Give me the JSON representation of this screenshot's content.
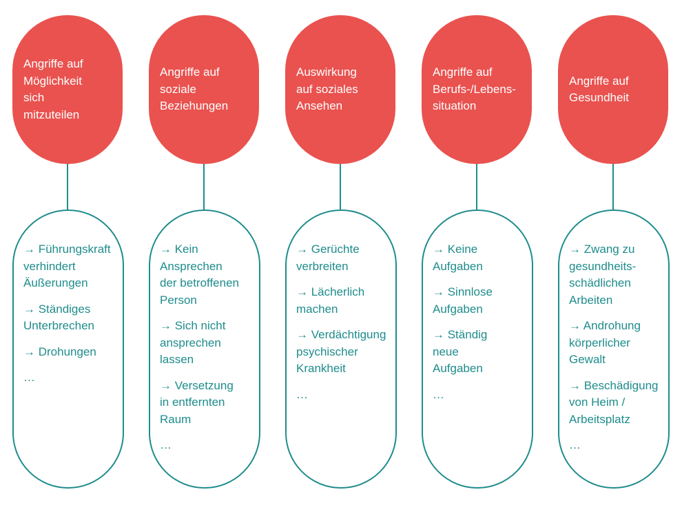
{
  "colors": {
    "header_fill": "#e9524f",
    "header_text": "#ffffff",
    "outline": "#1f8c8c",
    "item_text": "#1f8c8c"
  },
  "columns": [
    {
      "title": "Angriffe auf\nMöglichkeit\nsich\nmitzuteilen",
      "items": [
        "→ Führungskraft\nverhindert\nÄußerungen",
        "→ Ständiges\nUnterbrechen",
        "→ Drohungen"
      ],
      "more": "…"
    },
    {
      "title": "Angriffe auf\nsoziale\nBeziehungen",
      "items": [
        "→ Kein\nAnsprechen\nder betroffenen\nPerson",
        "→ Sich nicht\nansprechen\nlassen",
        "→ Versetzung\nin entfernten\nRaum"
      ],
      "more": "…"
    },
    {
      "title": "Auswirkung\nauf soziales\nAnsehen",
      "items": [
        "→ Gerüchte\nverbreiten",
        "→ Lächerlich\nmachen",
        "→ Verdächtigung\npsychischer\nKrankheit"
      ],
      "more": "…"
    },
    {
      "title": "Angriffe auf\nBerufs-/Lebens-\nsituation",
      "items": [
        "→ Keine\nAufgaben",
        "→ Sinnlose\nAufgaben",
        "→ Ständig\nneue\nAufgaben"
      ],
      "more": "…"
    },
    {
      "title": "Angriffe auf\nGesundheit",
      "items": [
        "→ Zwang zu\ngesundheits-\nschädlichen\nArbeiten",
        "→ Androhung\nkörperlicher\nGewalt",
        "→ Beschädigung\nvon Heim /\nArbeitsplatz"
      ],
      "more": "…"
    }
  ]
}
